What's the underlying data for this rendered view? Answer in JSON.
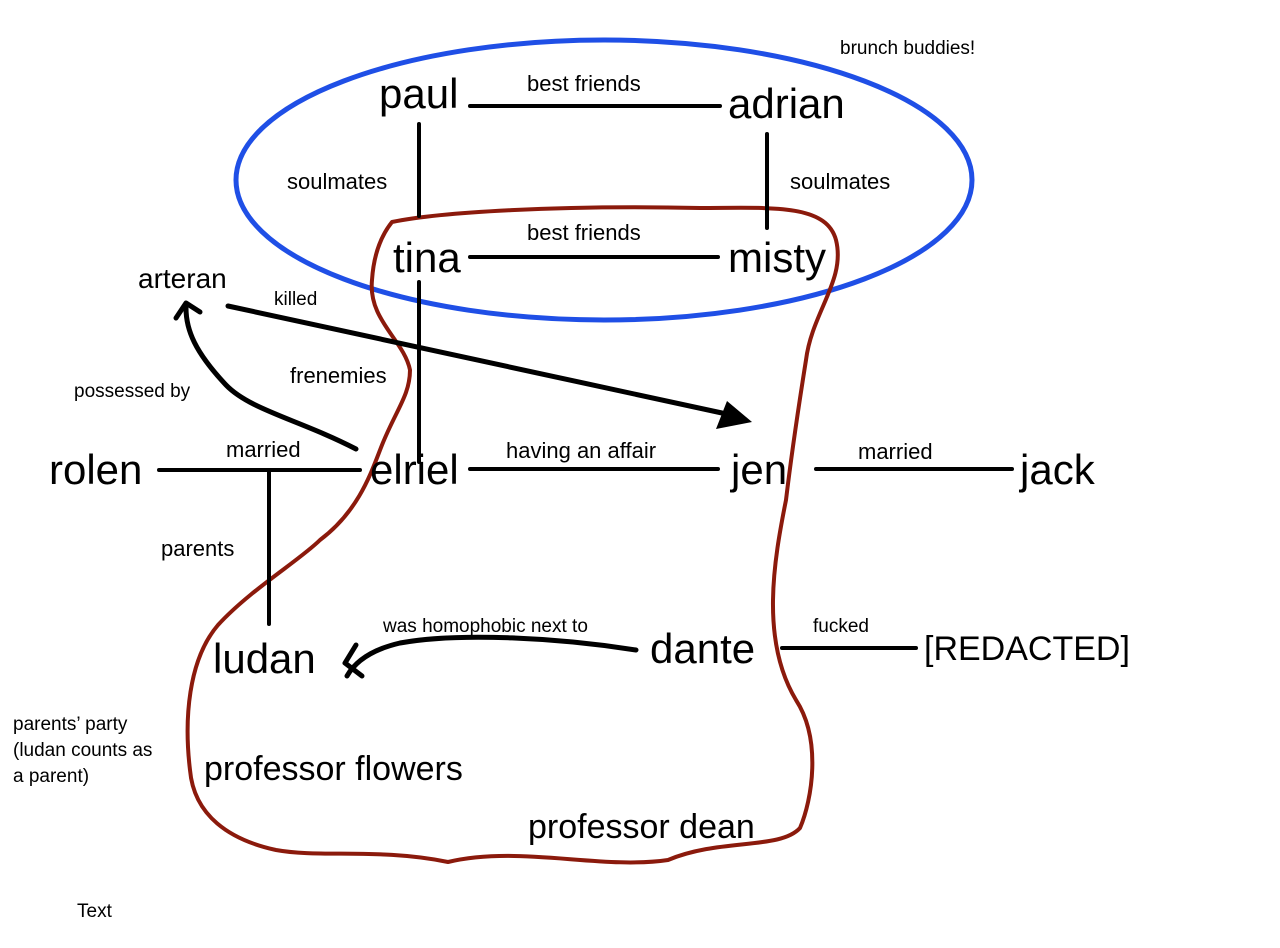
{
  "colors": {
    "ink": "#000000",
    "brunch_ellipse": "#1f4fe6",
    "parents_party_outline": "#8b1a0c",
    "background": "#ffffff"
  },
  "nodes": {
    "paul": "paul",
    "adrian": "adrian",
    "tina": "tina",
    "misty": "misty",
    "arteran": "arteran",
    "rolen": "rolen",
    "elriel": "elriel",
    "jen": "jen",
    "jack": "jack",
    "ludan": "ludan",
    "dante": "dante",
    "redacted": "[REDACTED]",
    "professor_flowers": "professor flowers",
    "professor_dean": "professor dean"
  },
  "relations": {
    "paul_adrian": "best friends",
    "paul_tina": "soulmates",
    "adrian_misty": "soulmates",
    "tina_misty": "best friends",
    "tina_elriel": "frenemies",
    "arteran_jen": "killed",
    "elriel_arteran": "possessed by",
    "rolen_elriel": "married",
    "elriel_jen": "having an affair",
    "jen_jack": "married",
    "rolen_elriel_ludan": "parents",
    "dante_ludan": "was homophobic next to",
    "dante_redacted": "fucked"
  },
  "groups": {
    "brunch": "brunch buddies!",
    "parents_party_line1": "parents’ party",
    "parents_party_line2": "(ludan counts as",
    "parents_party_line3": "a parent)"
  },
  "footer": {
    "placeholder_text": "Text"
  }
}
